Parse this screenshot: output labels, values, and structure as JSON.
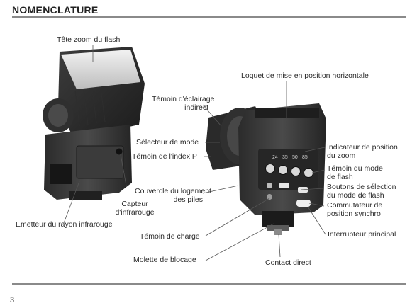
{
  "page": {
    "title": "NOMENCLATURE",
    "page_number": "3"
  },
  "labels": {
    "tete_zoom": "Tête zoom du flash",
    "loquet": "Loquet de mise en position horizontale",
    "temoin_eclairage_1": "Témoin d'éclairage",
    "temoin_eclairage_2": "indirect",
    "selecteur_mode": "Sélecteur de mode",
    "temoin_index": "Témoin de l'index P",
    "indicateur_1": "Indicateur de position",
    "indicateur_2": "du zoom",
    "temoin_mode_1": "Témoin du mode",
    "temoin_mode_2": "de flash",
    "couvercle_1": "Couvercle du logement",
    "couvercle_2": "des piles",
    "capteur_1": "Capteur",
    "capteur_2": "d'infrarouge",
    "boutons_1": "Boutons de sélection",
    "boutons_2": "du mode de flash",
    "commutateur_1": "Commutateur de",
    "commutateur_2": "position synchro",
    "emetteur": "Emetteur du rayon infrarouge",
    "temoin_charge": "Témoin de charge",
    "interrupteur": "Interrupteur principal",
    "molette": "Molette de blocage",
    "contact": "Contact direct"
  },
  "zoom_scale": [
    "24",
    "35",
    "50",
    "85"
  ]
}
